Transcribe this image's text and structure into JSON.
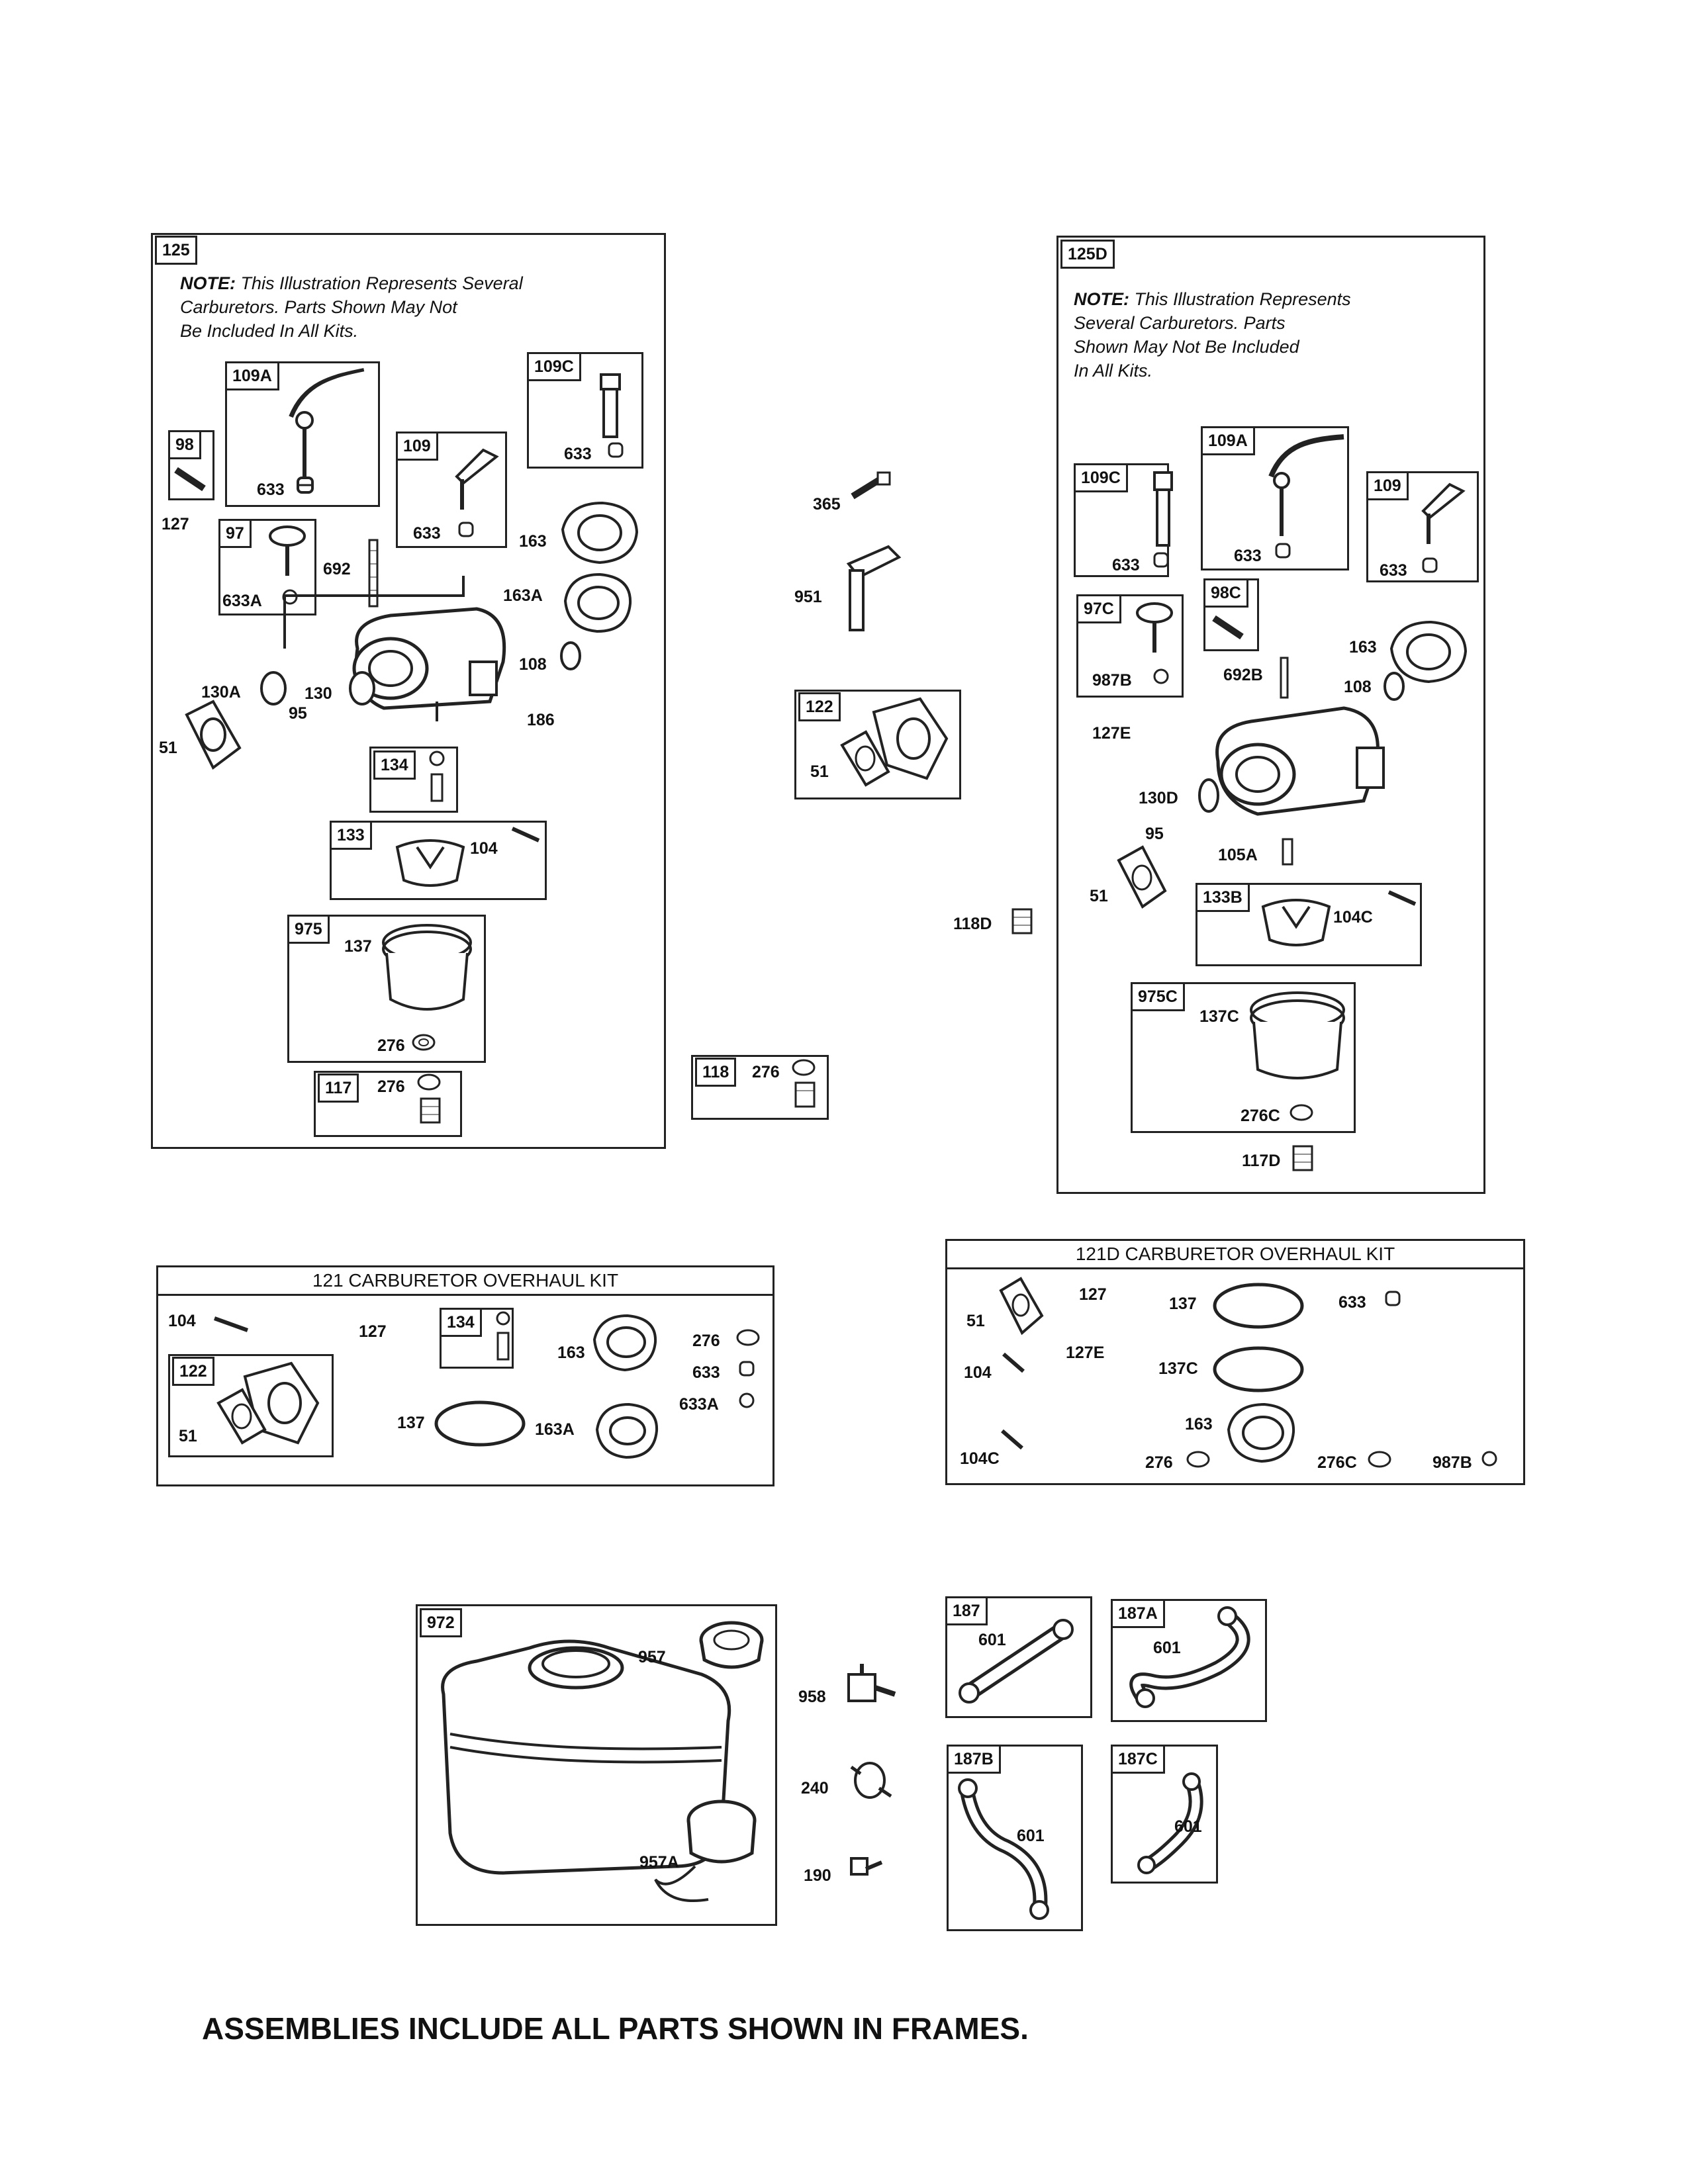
{
  "frames": {
    "f125": {
      "tag": "125",
      "note_head": "NOTE:",
      "note_body": "This Illustration Represents Several\n       Carburetors. Parts Shown May Not\n       Be Included In All Kits."
    },
    "f125d": {
      "tag": "125D",
      "note_head": "NOTE:",
      "note_body": "This Illustration Represents\n   Several Carburetors. Parts\n   Shown May Not Be Included\n   In All Kits."
    },
    "f121": {
      "title": "121 CARBURETOR OVERHAUL KIT"
    },
    "f121d": {
      "title": "121D CARBURETOR OVERHAUL KIT"
    }
  },
  "subframes": {
    "s109a": "109A",
    "s109c": "109C",
    "s98": "98",
    "s109": "109",
    "s97": "97",
    "s134": "134",
    "s133": "133",
    "s975": "975",
    "s117": "117",
    "s122": "122",
    "s118": "118",
    "d109a": "109A",
    "d109c": "109C",
    "d109": "109",
    "d97c": "97C",
    "d98c": "98C",
    "d133b": "133B",
    "d975c": "975C",
    "k134": "134",
    "k122": "122",
    "t972": "972",
    "t187": "187",
    "t187a": "187A",
    "t187b": "187B",
    "t187c": "187C"
  },
  "labels": {
    "a633_109a": "633",
    "a633_109c": "633",
    "a127": "127",
    "a633_109": "633",
    "a163": "163",
    "a692": "692",
    "a633a": "633A",
    "a163a": "163A",
    "a108": "108",
    "a130a": "130A",
    "a130": "130",
    "a95": "95",
    "a186": "186",
    "a51": "51",
    "a104": "104",
    "a137": "137",
    "a276_975": "276",
    "a276_117": "276",
    "m365": "365",
    "m951": "951",
    "m51": "51",
    "m118d": "118D",
    "m276": "276",
    "d633_109c": "633",
    "d633_109a": "633",
    "d633_109": "633",
    "d987b": "987B",
    "d692b": "692B",
    "d163": "163",
    "d108": "108",
    "d127e": "127E",
    "d130d": "130D",
    "d95": "95",
    "d105a": "105A",
    "d51": "51",
    "d104c": "104C",
    "d137c": "137C",
    "d276c": "276C",
    "d117d": "117D",
    "k104": "104",
    "k127": "127",
    "k163": "163",
    "k276": "276",
    "k633": "633",
    "k633a": "633A",
    "k51": "51",
    "k137": "137",
    "k163a": "163A",
    "r51": "51",
    "r127": "127",
    "r137": "137",
    "r633": "633",
    "r104": "104",
    "r127e": "127E",
    "r137c": "137C",
    "r163": "163",
    "r104c": "104C",
    "r276": "276",
    "r276c": "276C",
    "r987b": "987B",
    "t957": "957",
    "t957a": "957A",
    "t958": "958",
    "t240": "240",
    "t190": "190",
    "t601": "601",
    "t601a": "601",
    "t601b": "601",
    "t601c": "601"
  },
  "footer": "ASSEMBLIES INCLUDE ALL PARTS SHOWN IN FRAMES."
}
